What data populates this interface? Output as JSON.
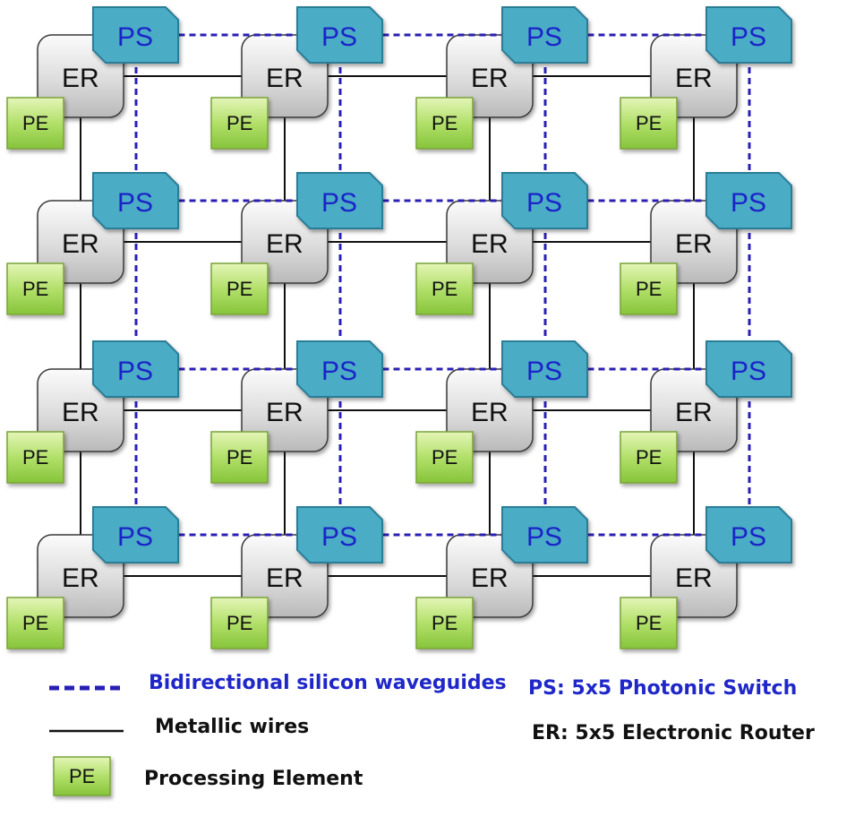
{
  "grid": {
    "rows": 4,
    "cols": 4,
    "er_label": "ER",
    "ps_label": "PS",
    "pe_label": "PE"
  },
  "legend": {
    "waveguide_label": "Bidirectional silicon waveguides",
    "wire_label": "Metallic wires",
    "pe_label": "Processing Element",
    "pe_box_label": "PE",
    "ps_def": "PS: 5x5 Photonic Switch",
    "er_def": "ER: 5x5 Electronic Router"
  },
  "colors": {
    "waveguide": "#2a1fb5",
    "wire": "#111111",
    "ps_fill": "#4bacc6",
    "ps_stroke": "#2c7d96",
    "ps_text": "#1a24c8",
    "er_fill": "#d9d9d9",
    "pe_fill": "#9bd14a",
    "legend_blue": "#1f27c9",
    "legend_black": "#111111"
  }
}
